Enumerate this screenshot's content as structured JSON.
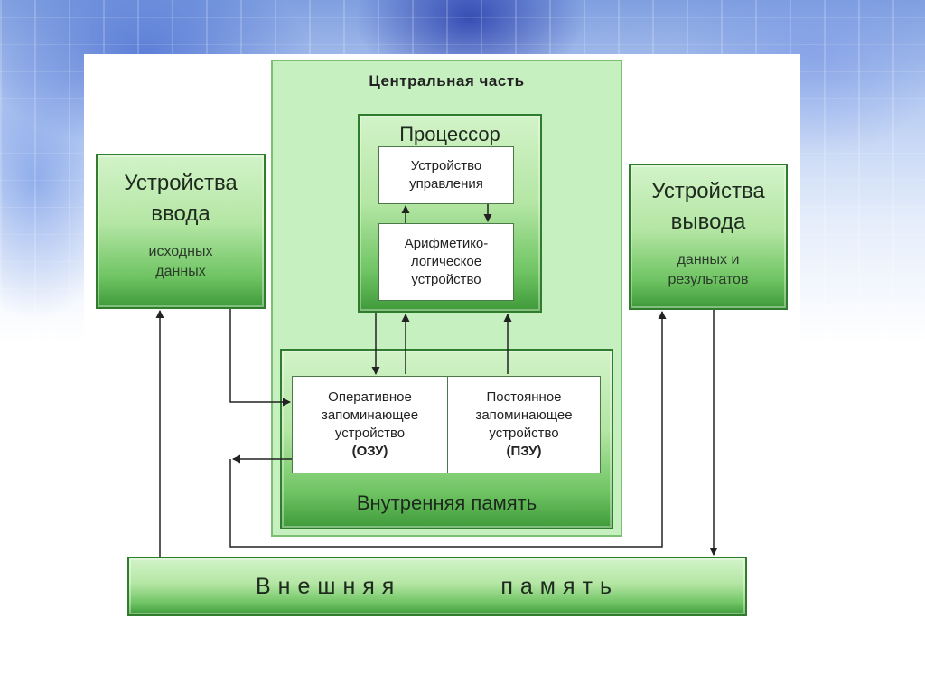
{
  "diagram": {
    "central": {
      "title": "Центральная часть"
    },
    "processor": {
      "title": "Процессор",
      "control_unit": [
        "Устройство",
        "управления"
      ],
      "alu": [
        "Арифметико-",
        "логическое",
        "устройство"
      ]
    },
    "internal_memory": {
      "title": "Внутренняя память",
      "ram": [
        "Оперативное",
        "запоминающее",
        "устройство",
        "(ОЗУ)"
      ],
      "rom": [
        "Постоянное",
        "запоминающее",
        "устройство",
        "(ПЗУ)"
      ]
    },
    "input_device": {
      "title": [
        "Устройства",
        "ввода"
      ],
      "subtitle": [
        "исходных",
        "данных"
      ]
    },
    "output_device": {
      "title": [
        "Устройства",
        "вывода"
      ],
      "subtitle": [
        "данных и",
        "результатов"
      ]
    },
    "external_memory": {
      "left": "Внешняя",
      "right": "память"
    }
  },
  "colors": {
    "box_green": "#6fc463",
    "box_border": "#2f7d2c",
    "central_bg": "#c7f0c0",
    "line": "#222222"
  }
}
